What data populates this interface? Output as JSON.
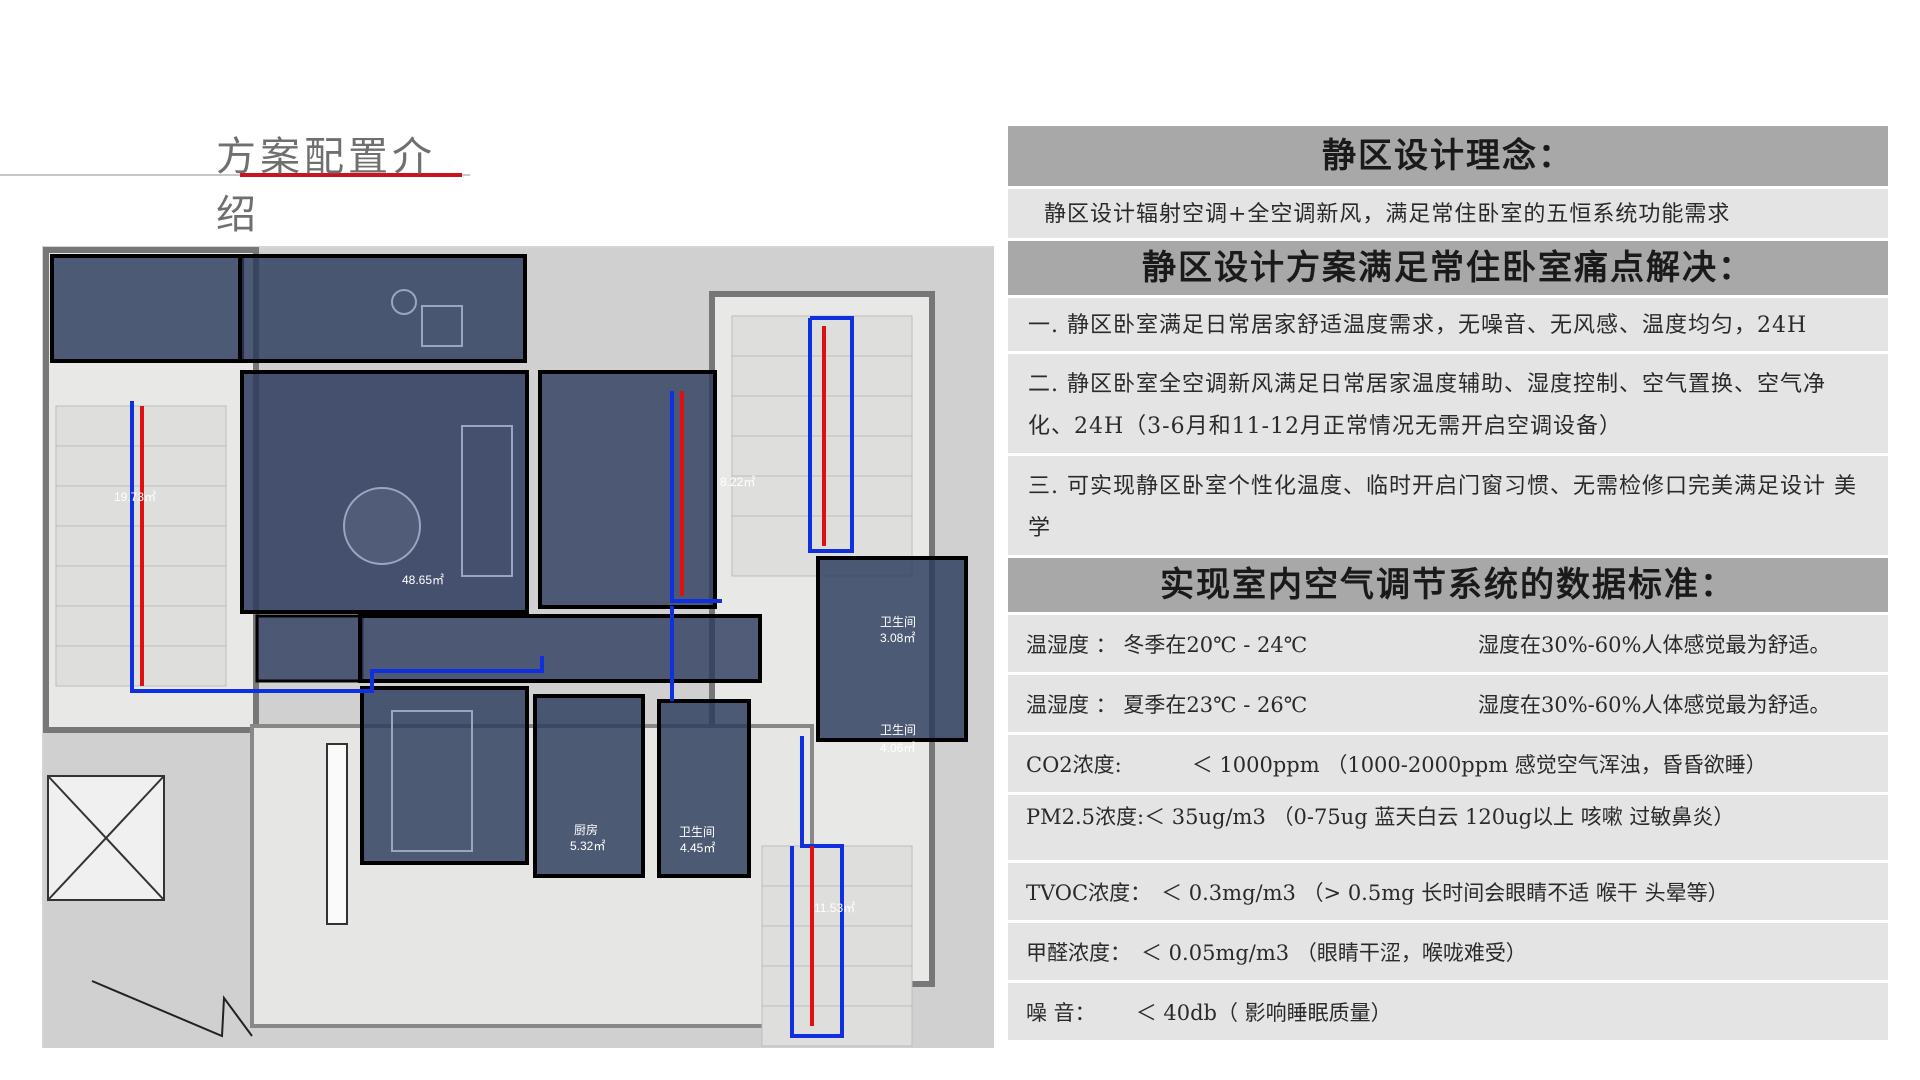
{
  "page_title": "方案配置介绍",
  "plan": {
    "areas": {
      "bedroom_left": "19.73㎡",
      "living": "48.65㎡",
      "bedroom_mid": "8.22㎡",
      "bath1_name": "卫生间",
      "bath1_area": "3.08㎡",
      "bath2_name": "卫生间",
      "bath2_area": "4.06㎡",
      "kitchen_name": "厨房",
      "kitchen_area": "5.32㎡",
      "bath3_name": "卫生间",
      "bath3_area": "4.45㎡",
      "bedroom_br": "11.53㎡"
    }
  },
  "panel": {
    "section1_title": "静区设计理念：",
    "section1_text": "静区设计辐射空调+全空调新风，满足常住卧室的五恒系统功能需求",
    "section2_title": "静区设计方案满足常住卧室痛点解决：",
    "item1": "一.  静区卧室满足日常居家舒适温度需求，无噪音、无风感、温度均匀，24H",
    "item2": "二.  静区卧室全空调新风满足日常居家温度辅助、湿度控制、空气置换、空气净 化、24H（3-6月和11-12月正常情况无需开启空调设备）",
    "item3": "三.  可实现静区卧室个性化温度、临时开启门窗习惯、无需检修口完美满足设计 美学",
    "section3_title": "实现室内空气调节系统的数据标准：",
    "std_winter_label": "温湿度 ： 冬季在20℃ - 24℃",
    "std_winter_humid": "湿度在30%-60%人体感觉最为舒适。",
    "std_summer_label": "温湿度 ： 夏季在23℃ - 26℃",
    "std_summer_humid": "湿度在30%-60%人体感觉最为舒适。",
    "co2_label": "CO2浓度:",
    "co2_value": "＜ 1000ppm （1000-2000ppm 感觉空气浑浊，昏昏欲睡）",
    "pm_label": "PM2.5浓度:",
    "pm_value": "＜ 35ug/m3        （0-75ug 蓝天白云 120ug以上 咳嗽 过敏鼻炎）",
    "tvoc_label": "TVOC浓度：",
    "tvoc_value": "＜      0.3mg/m3 （> 0.5mg 长时间会眼睛不适 喉干 头晕等）",
    "hcho_label": "甲醛浓度：",
    "hcho_value": "＜ 0.05mg/m3 （眼睛干涩，喉咙难受）",
    "noise_label": "噪      音：",
    "noise_value": "＜ 40db（ 影响睡眠质量）"
  },
  "colors": {
    "accent_red": "#c8141e",
    "header_gray": "#a8a8a8",
    "row_gray": "#e4e4e4",
    "room_overlay": "#2b3a5c",
    "pipe_blue": "#1030e0",
    "pipe_red": "#e01010"
  }
}
